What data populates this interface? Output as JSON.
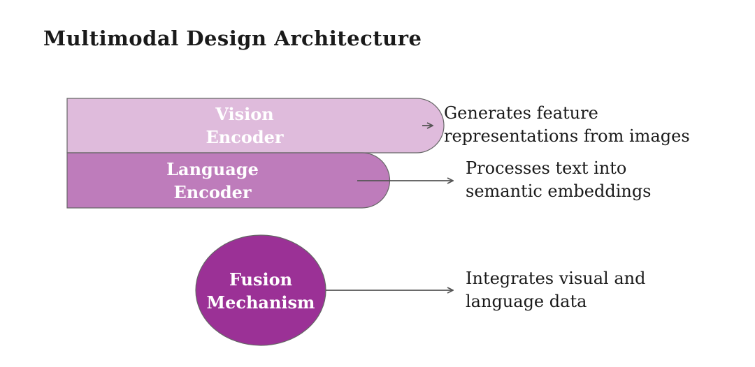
{
  "title": "Multimodal Design Architecture",
  "colors": {
    "vision_fill": "#dfbbdc",
    "language_fill": "#be7cbb",
    "fusion_fill": "#9b3196",
    "outline": "#666666",
    "arrow": "#555555"
  },
  "components": [
    {
      "id": "vision-encoder",
      "label_lines": [
        "Vision",
        "Encoder"
      ],
      "description_lines": [
        "Generates feature",
        "representations from images"
      ]
    },
    {
      "id": "language-encoder",
      "label_lines": [
        "Language",
        "Encoder"
      ],
      "description_lines": [
        "Processes text into",
        "semantic embeddings"
      ]
    },
    {
      "id": "fusion-mechanism",
      "label_lines": [
        "Fusion",
        "Mechanism"
      ],
      "description_lines": [
        "Integrates visual and",
        "language data"
      ]
    }
  ]
}
